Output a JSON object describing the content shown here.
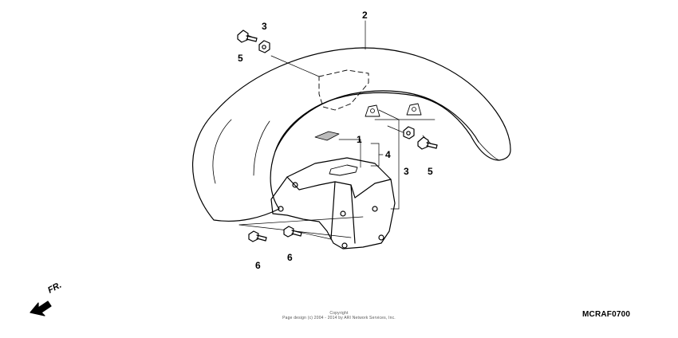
{
  "callouts": {
    "n1": "1",
    "n2": "2",
    "n3a": "3",
    "n3b": "3",
    "n4": "4",
    "n5a": "5",
    "n5b": "5",
    "n6a": "6",
    "n6b": "6"
  },
  "direction_label": "FR.",
  "copyright_line1": "Copyright",
  "copyright_line2": "Page design (c) 2004 - 2014 by ARI Network Services, Inc.",
  "diagram_code": "MCRAF0700"
}
